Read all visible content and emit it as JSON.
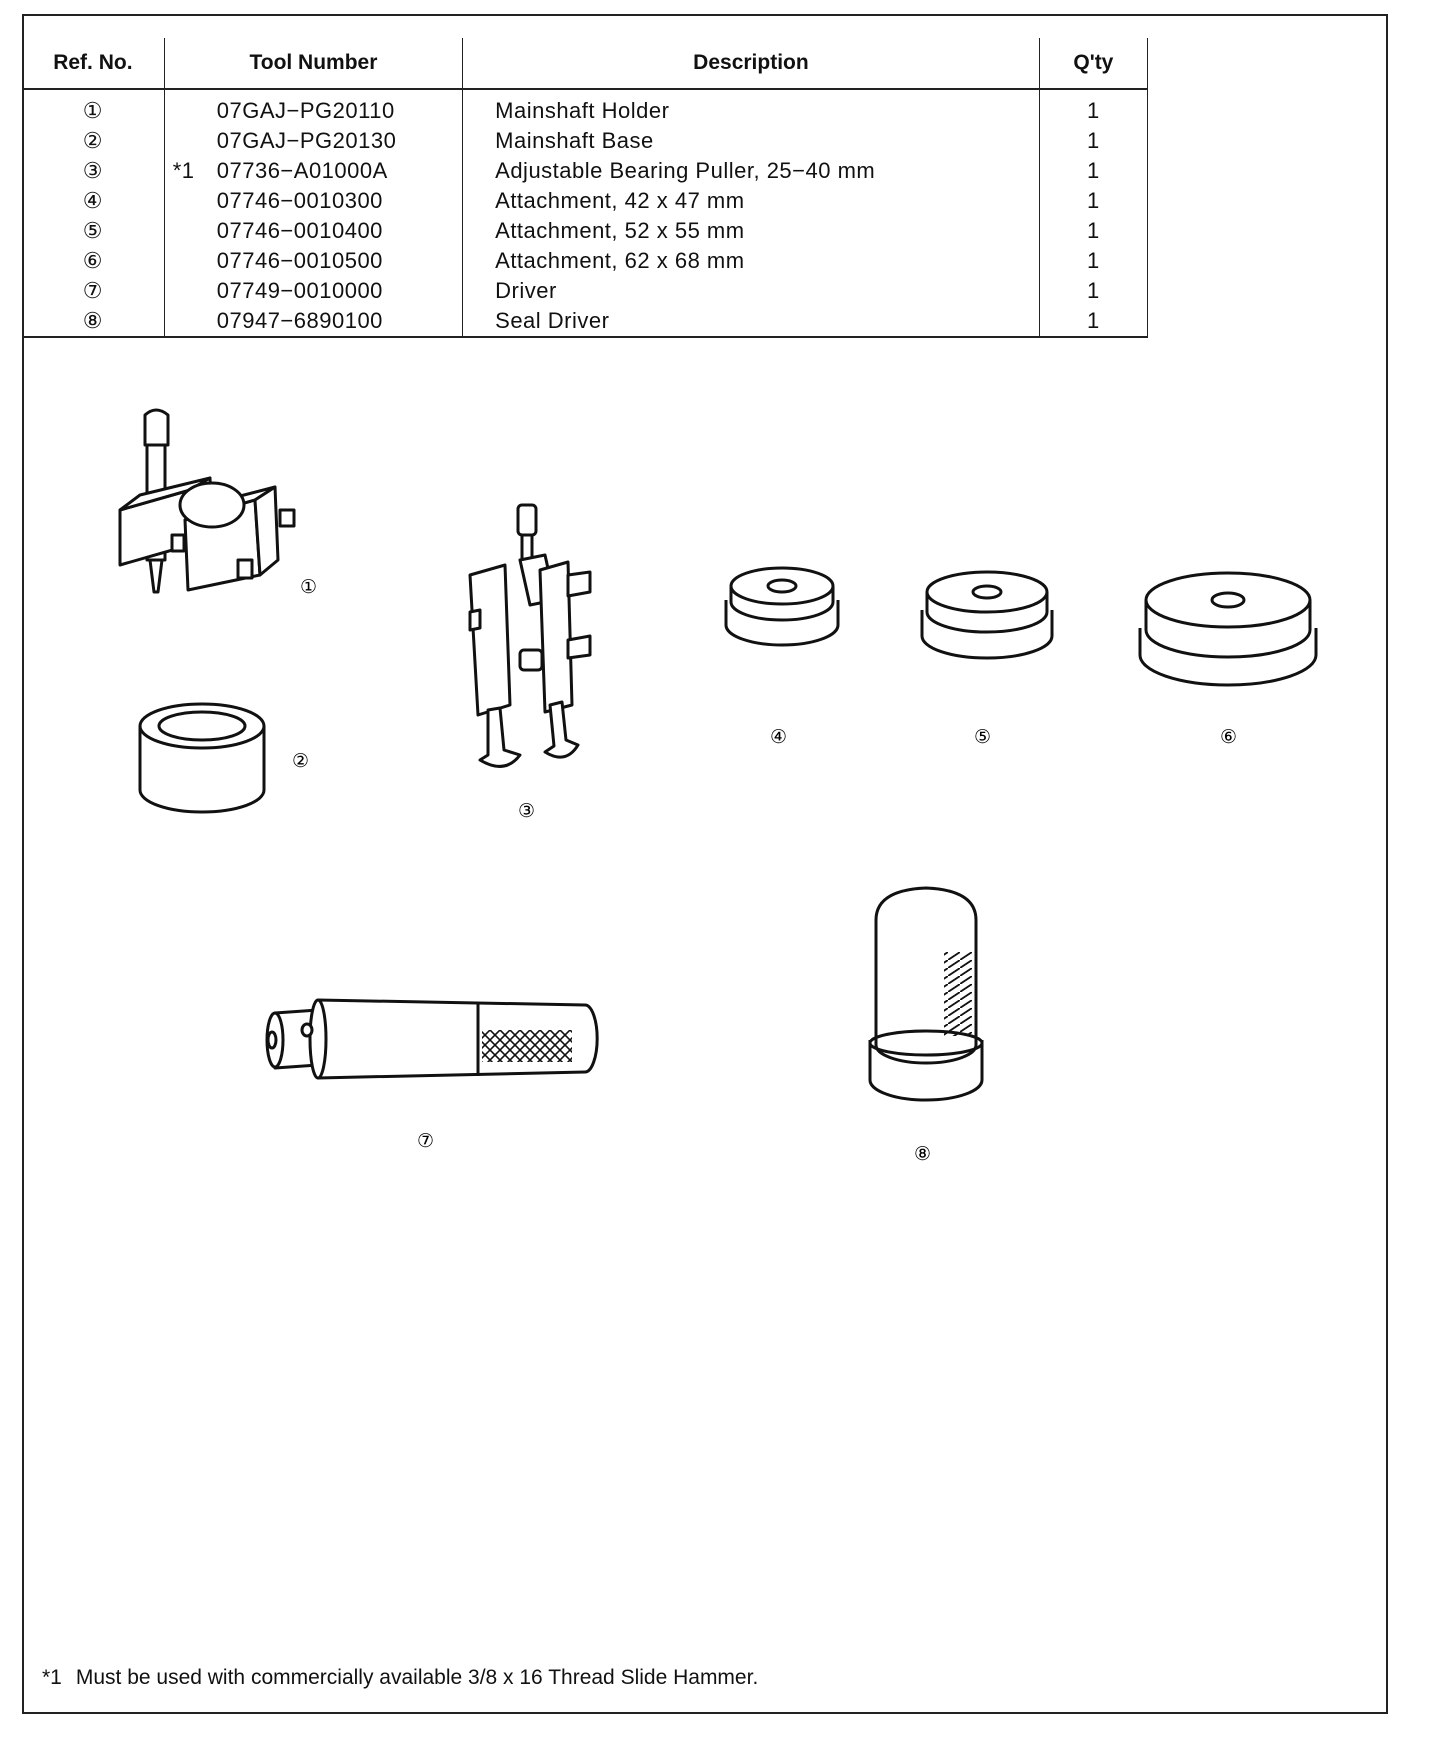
{
  "table": {
    "headers": {
      "ref": "Ref. No.",
      "tool": "Tool Number",
      "description": "Description",
      "qty": "Q'ty"
    },
    "rows": [
      {
        "ref": "①",
        "mark": "",
        "tool": "07GAJ−PG20110",
        "description": "Mainshaft Holder",
        "qty": "1"
      },
      {
        "ref": "②",
        "mark": "",
        "tool": "07GAJ−PG20130",
        "description": "Mainshaft Base",
        "qty": "1"
      },
      {
        "ref": "③",
        "mark": "*1",
        "tool": "07736−A01000A",
        "description": "Adjustable Bearing Puller, 25−40 mm",
        "qty": "1"
      },
      {
        "ref": "④",
        "mark": "",
        "tool": "07746−0010300",
        "description": "Attachment, 42 x 47 mm",
        "qty": "1"
      },
      {
        "ref": "⑤",
        "mark": "",
        "tool": "07746−0010400",
        "description": "Attachment, 52 x 55 mm",
        "qty": "1"
      },
      {
        "ref": "⑥",
        "mark": "",
        "tool": "07746−0010500",
        "description": "Attachment, 62 x 68 mm",
        "qty": "1"
      },
      {
        "ref": "⑦",
        "mark": "",
        "tool": "07749−0010000",
        "description": "Driver",
        "qty": "1"
      },
      {
        "ref": "⑧",
        "mark": "",
        "tool": "07947−6890100",
        "description": "Seal Driver",
        "qty": "1"
      }
    ]
  },
  "figure_labels": [
    "①",
    "②",
    "③",
    "④",
    "⑤",
    "⑥",
    "⑦",
    "⑧"
  ],
  "footnote": {
    "mark": "*1",
    "text": "Must be used with commercially available 3/8 x 16 Thread Slide Hammer."
  }
}
